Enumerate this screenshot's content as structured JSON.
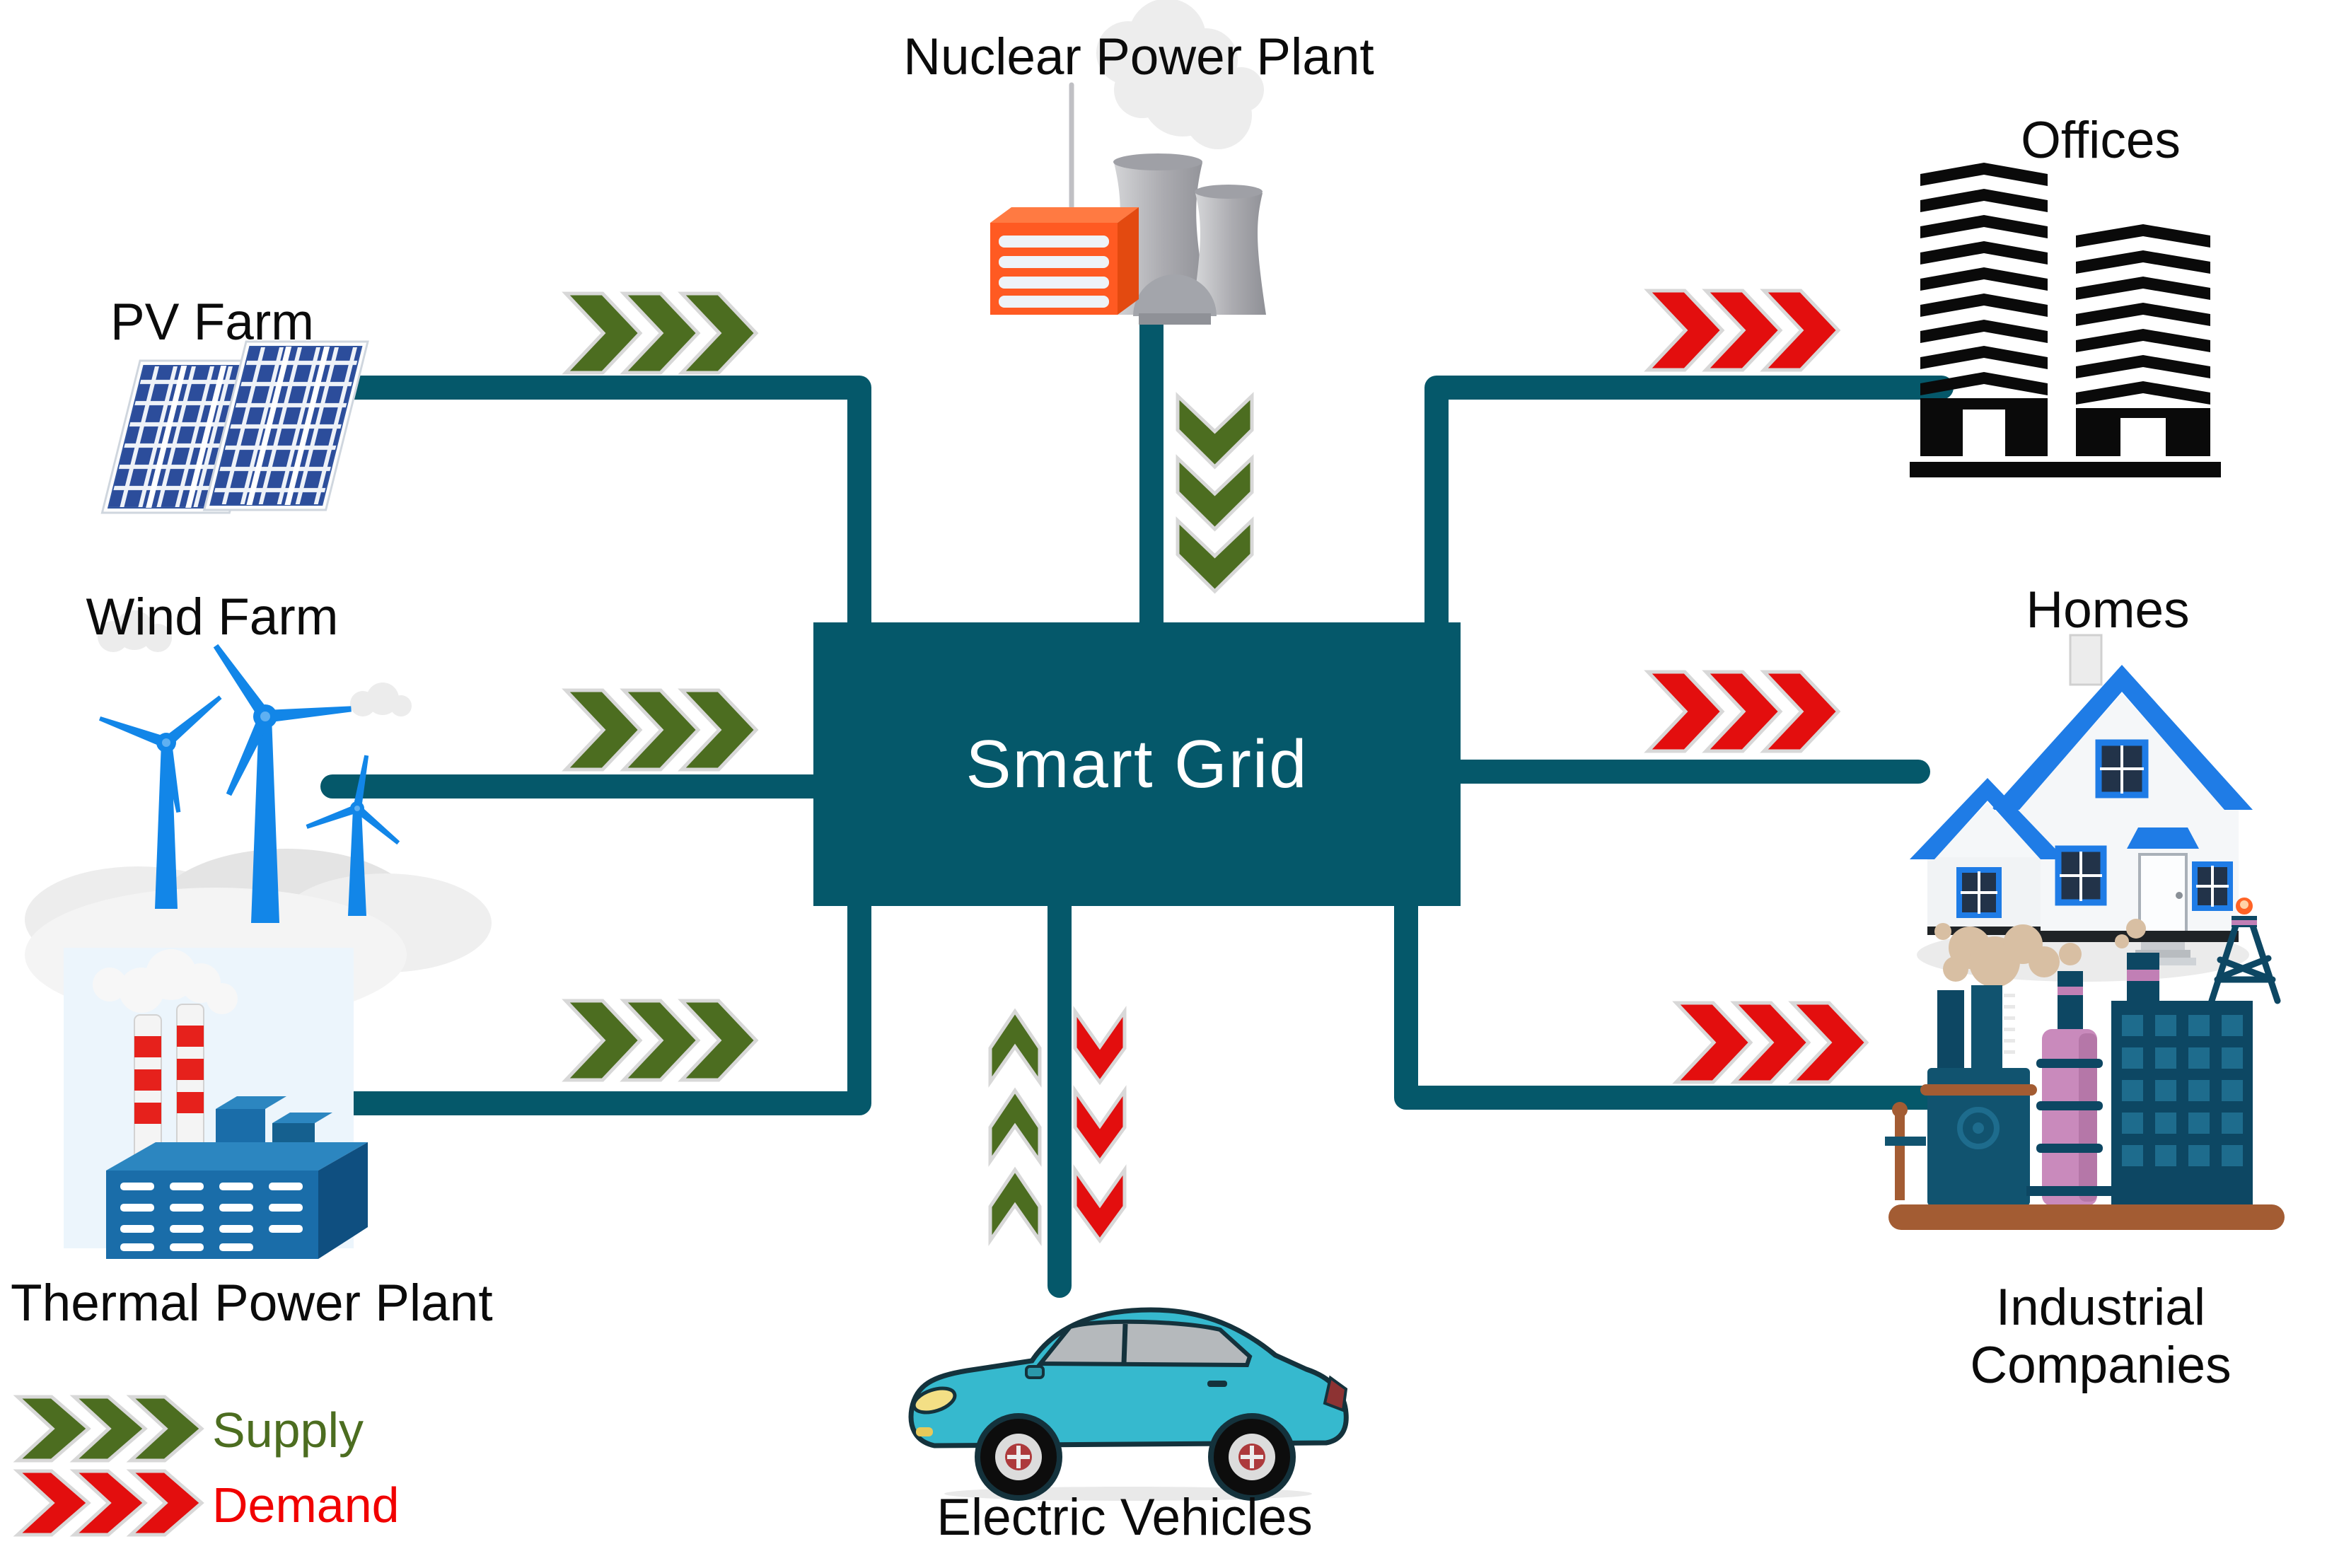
{
  "center": {
    "title": "Smart Grid"
  },
  "nodes": {
    "nuclear": {
      "label": "Nuclear Power Plant",
      "flow": "supply"
    },
    "pv": {
      "label": "PV Farm",
      "flow": "supply"
    },
    "wind": {
      "label": "Wind Farm",
      "flow": "supply"
    },
    "thermal": {
      "label": "Thermal Power Plant",
      "flow": "supply"
    },
    "offices": {
      "label": "Offices",
      "flow": "demand"
    },
    "homes": {
      "label": "Homes",
      "flow": "demand"
    },
    "industrial": {
      "label_line1": "Industrial",
      "label_line2": "Companies",
      "flow": "demand"
    },
    "ev": {
      "label": "Electric Vehicles",
      "flow": "supply-and-demand"
    }
  },
  "legend": {
    "supply_label": "Supply",
    "demand_label": "Demand"
  },
  "colors": {
    "grid_line_teal": "#05586A",
    "supply_green": "#4C6D20",
    "demand_red": "#E30E0E",
    "legend_demand_red": "#F10000",
    "chevron_outline_gray": "#D8D8D8"
  }
}
